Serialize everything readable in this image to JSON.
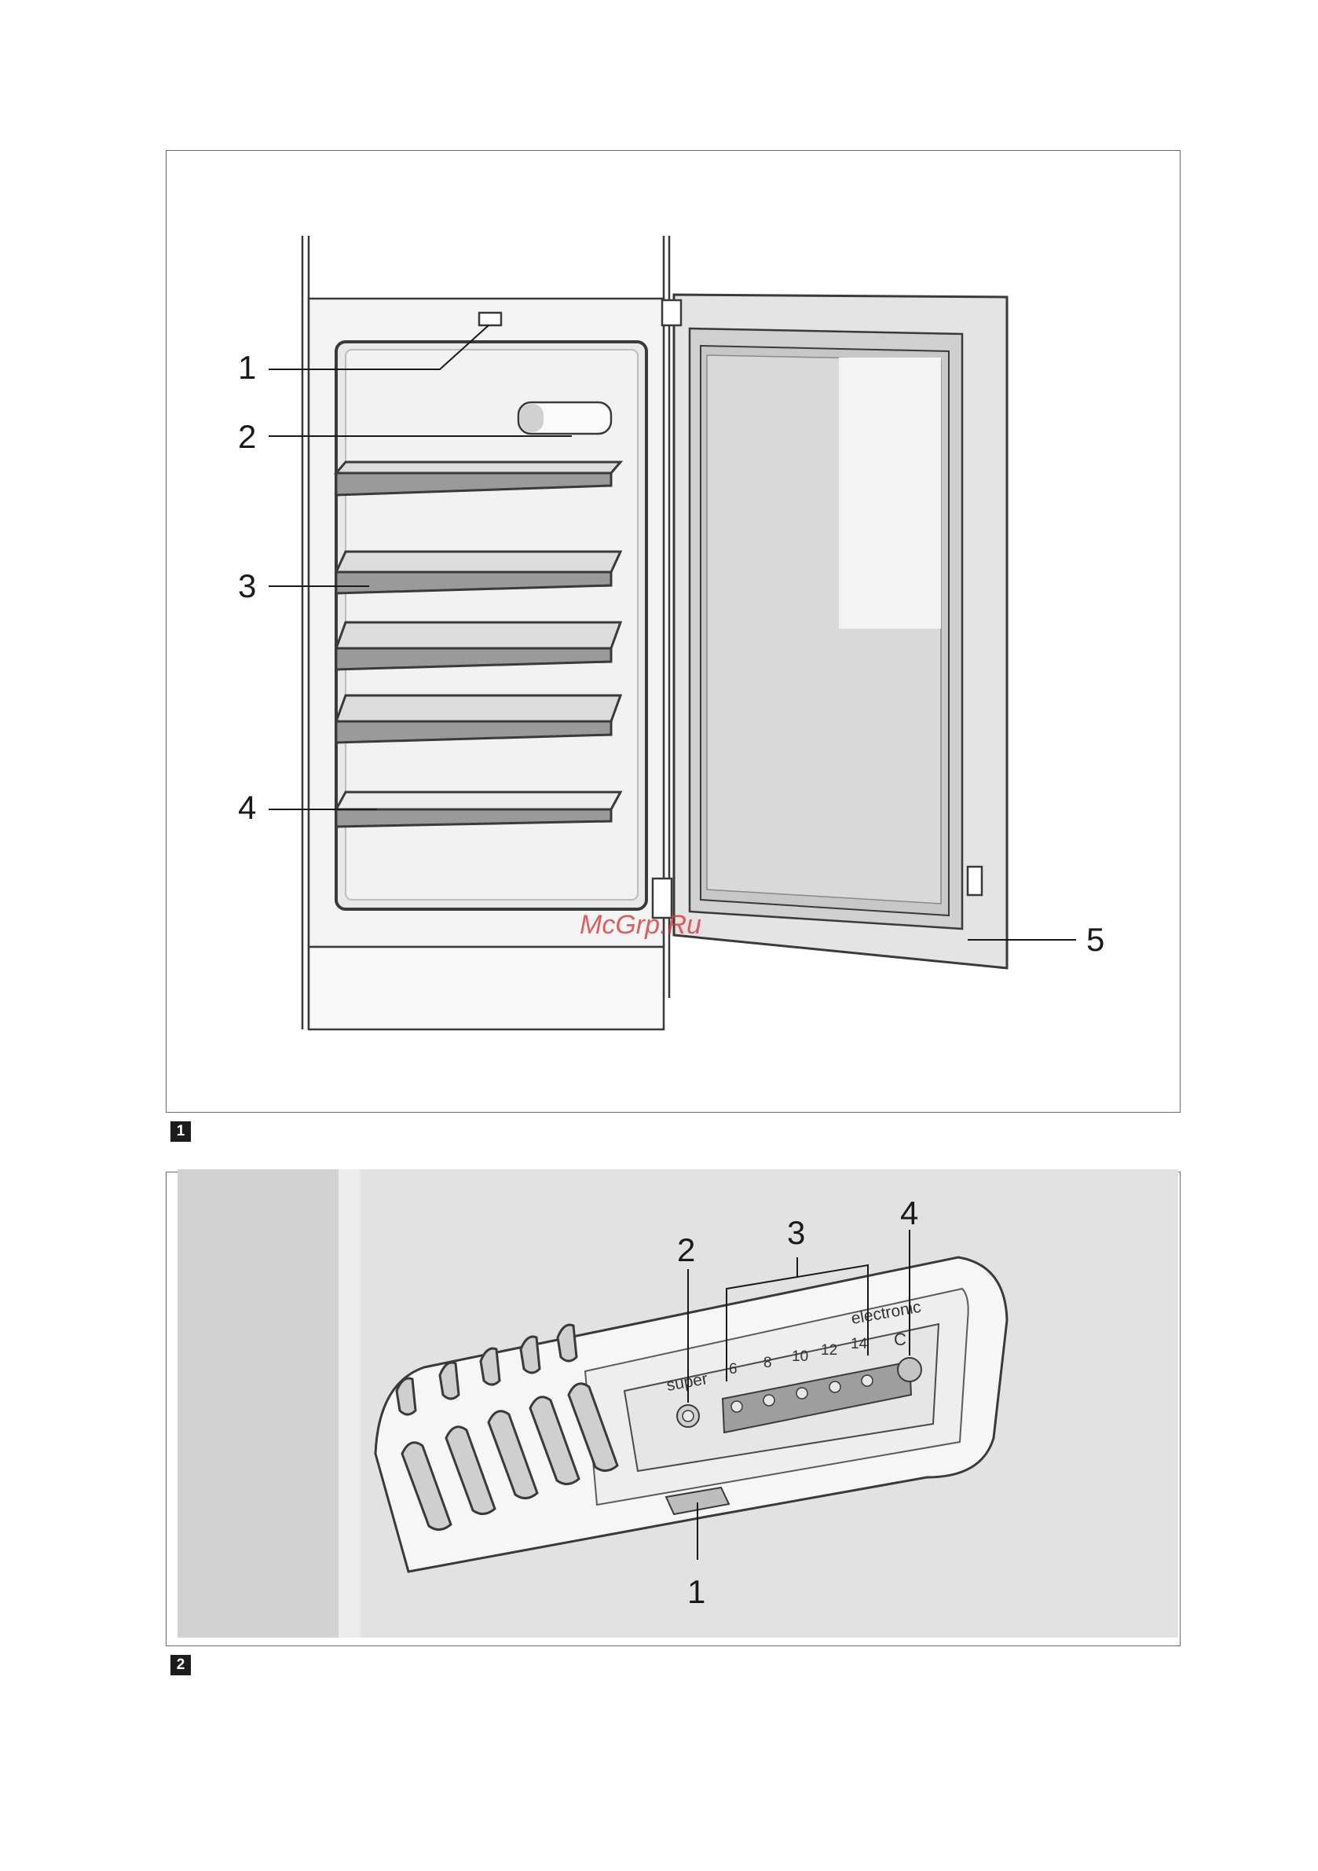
{
  "figure1": {
    "tag": "1",
    "callouts": [
      "1",
      "2",
      "3",
      "4",
      "5"
    ]
  },
  "figure2": {
    "tag": "2",
    "callouts": [
      "1",
      "2",
      "3",
      "4"
    ],
    "panel_labels": {
      "brand": "electronic",
      "super_label": "super",
      "temperatures": [
        "6",
        "8",
        "10",
        "12",
        "14"
      ],
      "unit": "C"
    }
  },
  "watermark": "McGrp.Ru"
}
